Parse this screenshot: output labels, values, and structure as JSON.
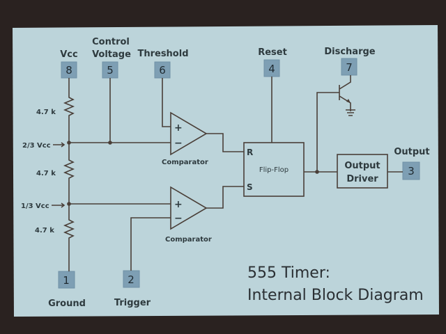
{
  "pins": {
    "vcc": {
      "number": "8",
      "label": "Vcc"
    },
    "control": {
      "number": "5",
      "label_line1": "Control",
      "label_line2": "Voltage"
    },
    "threshold": {
      "number": "6",
      "label": "Threshold"
    },
    "reset": {
      "number": "4",
      "label": "Reset"
    },
    "discharge": {
      "number": "7",
      "label": "Discharge"
    },
    "output": {
      "number": "3",
      "label": "Output"
    },
    "ground": {
      "number": "1",
      "label": "Ground"
    },
    "trigger": {
      "number": "2",
      "label": "Trigger"
    }
  },
  "resistors": [
    "4.7 k",
    "4.7 k",
    "4.7 k"
  ],
  "taps": {
    "upper": "2/3 Vcc",
    "lower": "1/3 Vcc"
  },
  "comparators": [
    "Comparator",
    "Comparator"
  ],
  "flipflop": {
    "label": "Flip-Flop",
    "r": "R",
    "s": "S"
  },
  "driver": {
    "line1": "Output",
    "line2": "Driver"
  },
  "title": {
    "line1": "555 Timer:",
    "line2": "Internal Block Diagram"
  }
}
